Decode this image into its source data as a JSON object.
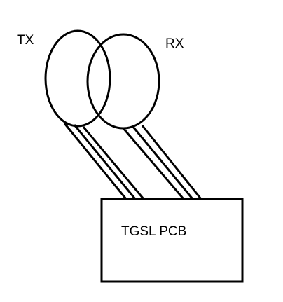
{
  "labels": {
    "tx": "TX",
    "rx": "RX",
    "pcb": "TGSL PCB"
  },
  "colors": {
    "stroke": "#000000",
    "background": "#ffffff"
  }
}
